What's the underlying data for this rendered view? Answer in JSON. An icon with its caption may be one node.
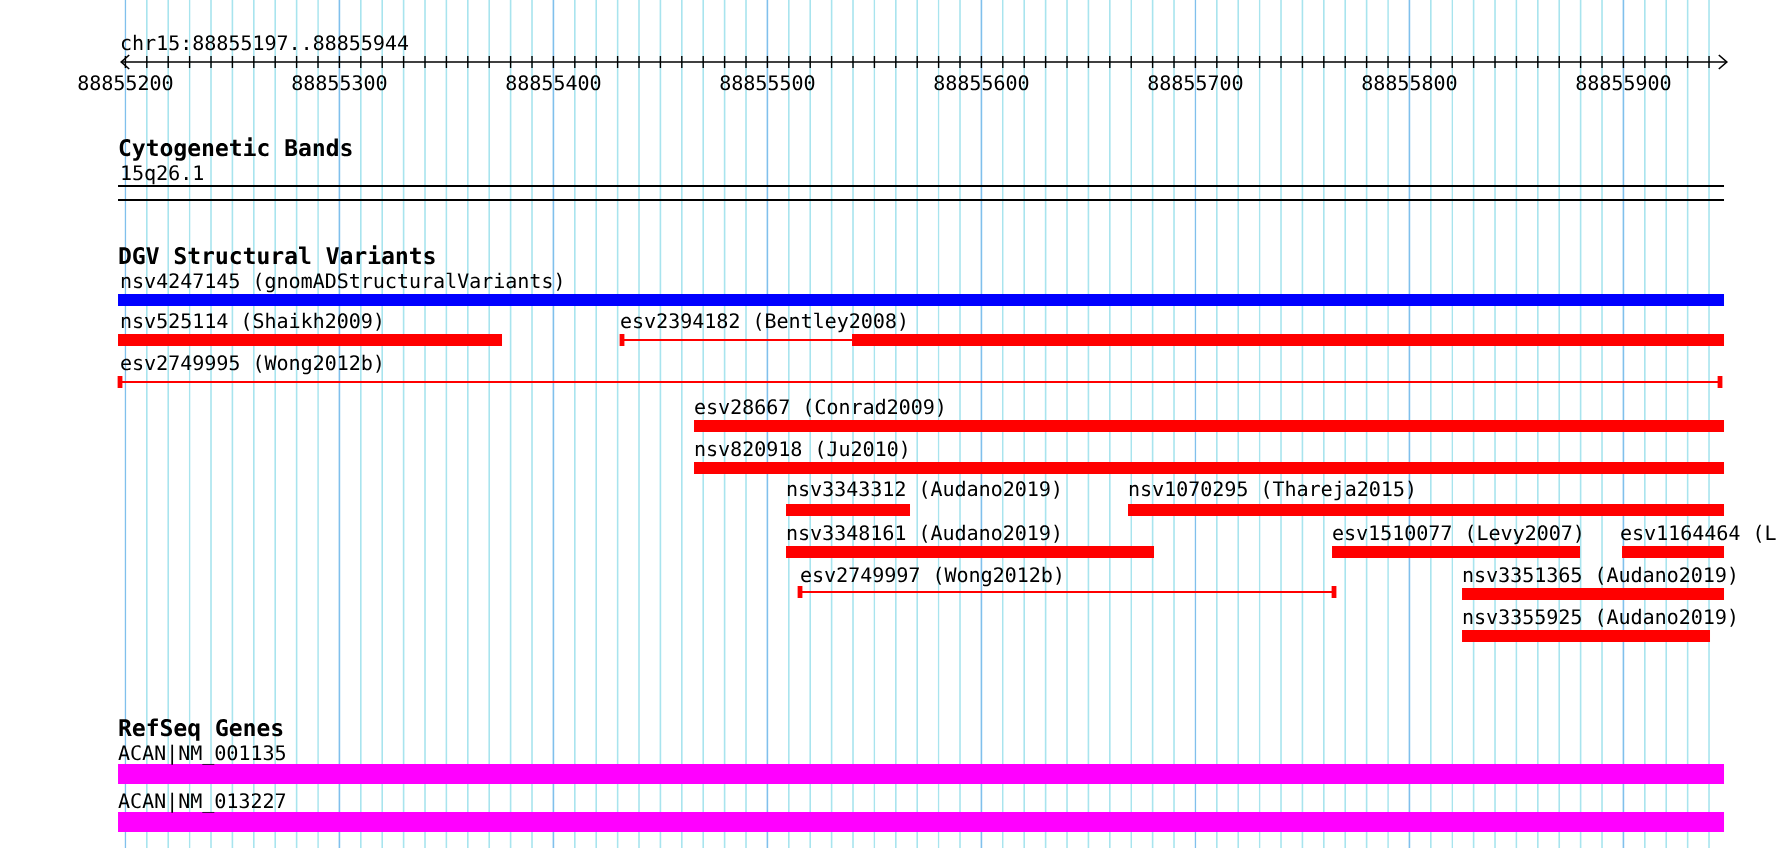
{
  "diagram": {
    "nodes": [
      {
        "text": [
          "15q26.1"
        ]
      },
      {
        "text": [
          "nsv4247145 (gnomADStructuralVariants)"
        ]
      },
      {
        "text": [
          "nsv525114 (Shaikh2009)"
        ]
      },
      {
        "text": [
          "esv2394182 (Bentley2008)"
        ]
      },
      {
        "text": [
          "esv2749995 (Wong2012b)"
        ]
      },
      {
        "text": [
          "esv28667 (Conrad2009)"
        ]
      },
      {
        "text": [
          "nsv820918 (Ju2010)"
        ]
      },
      {
        "text": [
          "nsv3343312 (Audano2019)"
        ]
      },
      {
        "text": [
          "nsv1070295 (Thareja2015)"
        ]
      },
      {
        "text": [
          "nsv3348161 (Audano2019)"
        ]
      },
      {
        "text": [
          "esv1510077 (Levy2007)"
        ]
      },
      {
        "text": [
          "esv1164464 (L"
        ]
      },
      {
        "text": [
          "esv2749997 (Wong2012b)"
        ]
      },
      {
        "text": [
          "nsv3351365 (Audano2019)"
        ]
      },
      {
        "text": [
          "nsv3355925 (Audano2019)"
        ]
      },
      {
        "text": [
          "ACAN|NM_001135"
        ]
      },
      {
        "text": [
          "ACAN|NM_013227"
        ]
      }
    ],
    "labels": [
      "chr15:88855197..88855944",
      "88855200",
      "88855300",
      "88855400",
      "88855500",
      "88855600",
      "88855700",
      "88855800",
      "88855900",
      "Cytogenetic Bands",
      "DGV Structural Variants",
      "RefSeq Genes"
    ]
  }
}
